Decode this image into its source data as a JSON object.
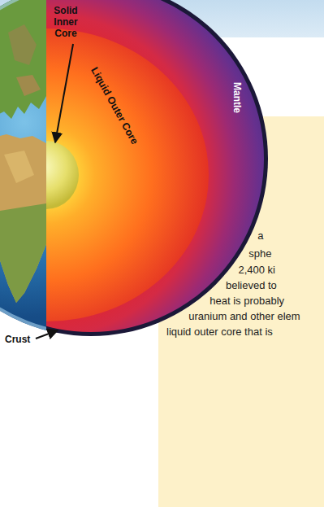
{
  "diagram": {
    "nodes": [
      {
        "text": [
          "a",
          "sphe",
          "2,400 ki",
          "believed to",
          "heat is probably",
          "uranium and other elem",
          "liquid outer core that is"
        ]
      }
    ],
    "labels": [
      "Solid Inner Core",
      "Liquid Outer Core",
      "Mantle",
      "Crust"
    ]
  }
}
